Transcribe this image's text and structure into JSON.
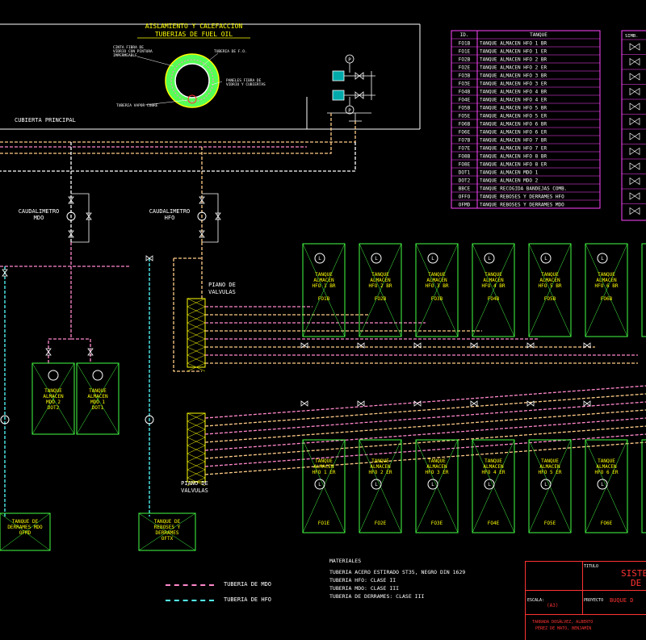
{
  "insulation": {
    "title1": "AISLAMIENTO Y CALEFACCION",
    "title2": "TUBERIAS DE FUEL OIL",
    "lbl_cinta": "CINTA FIBRA DE",
    "lbl_cinta2": "VIDRIO CON PINTURA",
    "lbl_cinta3": "IMPERMEABLE",
    "lbl_tuberia": "TUBERIA DE F.O.",
    "lbl_paneles": "PANELES FIBRA DE",
    "lbl_paneles2": "VIDRIO Y CUBIERTAS",
    "lbl_vapor": "TUBERIA VAPOR COBRE"
  },
  "deck_label": "CUBIERTA PRINCIPAL",
  "meters": {
    "mdo_l1": "CAUDALIMETRO",
    "mdo_l2": "MDO",
    "hfo_l1": "CAUDALIMETRO",
    "hfo_l2": "HFO"
  },
  "manifold": {
    "top_l1": "PIANO DE",
    "top_l2": "VALVULAS",
    "bot_l1": "PIANO DE",
    "bot_l2": "VALVULAS"
  },
  "tank_table": {
    "headers": [
      "ID.",
      "TANQUE"
    ],
    "rows": [
      [
        "FO1B",
        "TANQUE ALMACEN HFO 1 BR"
      ],
      [
        "FO1E",
        "TANQUE ALMACEN HFO 1 ER"
      ],
      [
        "FO2B",
        "TANQUE ALMACEN HFO 2 BR"
      ],
      [
        "FO2E",
        "TANQUE ALMACEN HFO 2 ER"
      ],
      [
        "FO3B",
        "TANQUE ALMACEN HFO 3 BR"
      ],
      [
        "FO3E",
        "TANQUE ALMACEN HFO 3 ER"
      ],
      [
        "FO4B",
        "TANQUE ALMACEN HFO 4 BR"
      ],
      [
        "FO4E",
        "TANQUE ALMACEN HFO 4 ER"
      ],
      [
        "FO5B",
        "TANQUE ALMACEN HFO 5 BR"
      ],
      [
        "FO5E",
        "TANQUE ALMACEN HFO 5 ER"
      ],
      [
        "FO6B",
        "TANQUE ALMACEN HFO 6 BR"
      ],
      [
        "FO6E",
        "TANQUE ALMACEN HFO 6 ER"
      ],
      [
        "FO7B",
        "TANQUE ALMACEN HFO 7 BR"
      ],
      [
        "FO7E",
        "TANQUE ALMACEN HFO 7 ER"
      ],
      [
        "FO8B",
        "TANQUE ALMACEN HFO 8 BR"
      ],
      [
        "FO8E",
        "TANQUE ALMACEN HFO 8 ER"
      ],
      [
        "DOT1",
        "TANQUE ALMACEN MDO 1"
      ],
      [
        "DOT2",
        "TANQUE ALMACEN MDO 2"
      ],
      [
        "BBCE",
        "TANQUE RECOGIDA BANDEJAS COMB."
      ],
      [
        "OFFO",
        "TANQUE REBOSES Y DERRAMES HFO"
      ],
      [
        "OFMD",
        "TANQUE REBOSES Y DERRAMES MDO"
      ]
    ]
  },
  "symbols_header": "SIMB.",
  "top_tanks": [
    {
      "l1": "TANQUE",
      "l2": "ALMACEN",
      "l3": "HFO 1 BR",
      "id": "FO1B"
    },
    {
      "l1": "TANQUE",
      "l2": "ALMACEN",
      "l3": "HFO 2 BR",
      "id": "FO2B"
    },
    {
      "l1": "TANQUE",
      "l2": "ALMACEN",
      "l3": "HFO 3 BR",
      "id": "FO3B"
    },
    {
      "l1": "TANQUE",
      "l2": "ALMACEN",
      "l3": "HFO 4 BR",
      "id": "FO4B"
    },
    {
      "l1": "TANQUE",
      "l2": "ALMACEN",
      "l3": "HFO 5 BR",
      "id": "FO5B"
    },
    {
      "l1": "TANQUE",
      "l2": "ALMACEN",
      "l3": "HFO 6 BR",
      "id": "FO6B"
    }
  ],
  "bottom_tanks": [
    {
      "l1": "TANQUE",
      "l2": "ALMACEN",
      "l3": "HFO 1 ER",
      "id": "FO1E"
    },
    {
      "l1": "TANQUE",
      "l2": "ALMACEN",
      "l3": "HFO 2 ER",
      "id": "FO2E"
    },
    {
      "l1": "TANQUE",
      "l2": "ALMACEN",
      "l3": "HFO 3 ER",
      "id": "FO3E"
    },
    {
      "l1": "TANQUE",
      "l2": "ALMACEN",
      "l3": "HFO 4 ER",
      "id": "FO4E"
    },
    {
      "l1": "TANQUE",
      "l2": "ALMACEN",
      "l3": "HFO 5 ER",
      "id": "FO5E"
    },
    {
      "l1": "TANQUE",
      "l2": "ALMACEN",
      "l3": "HFO 6 ER",
      "id": "FO6E"
    }
  ],
  "mdo_tanks": [
    {
      "l1": "TANQUE",
      "l2": "ALMACEN",
      "l3": "MDO 2",
      "id": "DOT2"
    },
    {
      "l1": "TANQUE",
      "l2": "ALMACEN",
      "l3": "MDO 1",
      "id": "DOT1"
    }
  ],
  "drain_mdo": {
    "l1": "TANQUE DE",
    "l2": "DERRAMES MDO",
    "id": "OFMD"
  },
  "drain_hfo": {
    "l1": "TANQUE DE",
    "l2": "REBOSES Y",
    "l3": "DERRAMES",
    "id": "OFTX"
  },
  "legend": {
    "mdo": "TUBERIA DE MDO",
    "hfo": "TUBERIA DE HFO"
  },
  "materials": {
    "title": "MATERIALES",
    "l1": "TUBERIA ACERO ESTIRADO ST35, NEGRO DIN 1629",
    "l2": "TUBERIA HFO: CLASE II",
    "l3": "TUBERIA MDO: CLASE III",
    "l4": "TUBERIA DE DERRAMES: CLASE III"
  },
  "title_block": {
    "titulo_lbl": "TITULO",
    "title1": "SISTE",
    "title2": "DE",
    "escala_lbl": "ESCALA:",
    "escala_val": "(A3)",
    "proyecto_lbl": "PROYECTO",
    "proyecto_val": "BUQUE D",
    "author1": "TARRADA DOSÁLVEZ, ALBERTO",
    "author2": "PÉREZ DE MATO, BENJAMÍN"
  },
  "colors": {
    "hfo": "#ffcc88",
    "mdo": "#ff88cc",
    "green": "#44ff44",
    "cyan": "#55ffff",
    "yellow": "#ffff00",
    "magenta": "#ff44ff",
    "red": "#ff3333",
    "white": "#ffffff"
  }
}
